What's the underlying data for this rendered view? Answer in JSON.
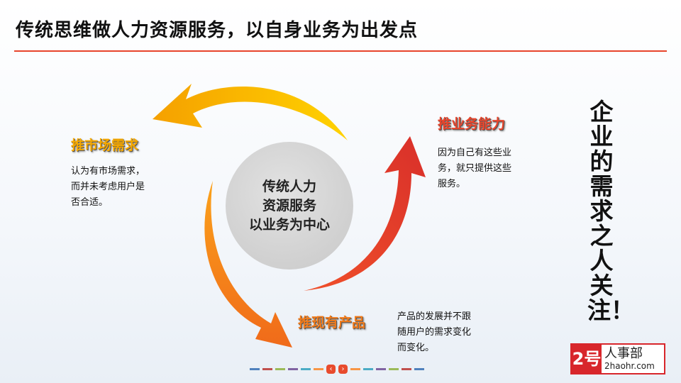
{
  "title": "传统思维做人力资源服务，以自身业务为出发点",
  "center": {
    "line1": "传统人力",
    "line2": "资源服务",
    "line3": "以业务为中心"
  },
  "items": [
    {
      "heading": "推市场需求",
      "desc": [
        "认为有市场需求，",
        "而并未考虑用户是",
        "否合适。"
      ],
      "color": "#f5a800"
    },
    {
      "heading": "推业务能力",
      "desc": [
        "因为自己有这些业",
        "务，就只提供这些",
        "服务。"
      ],
      "color": "#e8452c"
    },
    {
      "heading": "推现有产品",
      "desc": [
        "产品的发展并不跟",
        "随用户的需求变化",
        "而变化。"
      ],
      "color": "#f07a1a"
    }
  ],
  "side_text": "企业的需求之人关注！",
  "nav": {
    "prev": "‹",
    "next": "›"
  },
  "logo": {
    "number": "2号",
    "cn": "人事部",
    "en": "2haohr.com"
  }
}
